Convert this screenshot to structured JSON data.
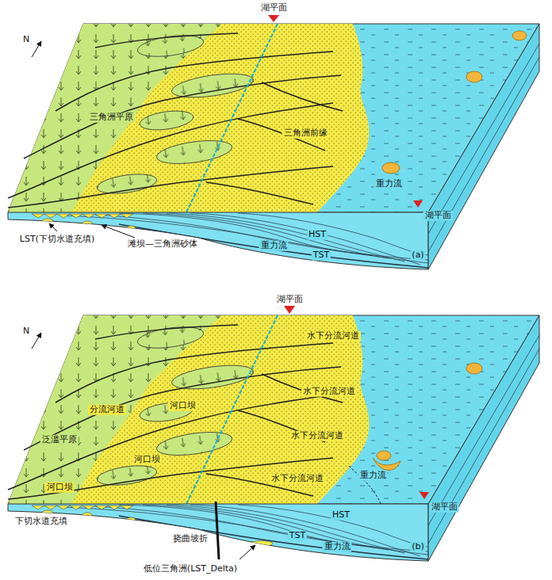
{
  "diagram": {
    "labels": [
      "湖平面",
      "N",
      "三角洲平原",
      "三角洲前缘",
      "重力流",
      "湖平面",
      "HST",
      "重力流",
      "TST",
      "LST(下切水道充填)",
      "滩坝—三角洲砂体",
      "(a)",
      "湖平面",
      "N",
      "泛滥平原",
      "分流河道",
      "河口坝",
      "水下分流河道",
      "水下分流河道",
      "水下分流河道",
      "河口坝",
      "水下分流河道",
      "河口坝",
      "重力流",
      "湖平面",
      "HST",
      "TST",
      "重力流",
      "下切水道充填",
      "挠曲坡折",
      "低位三角洲(LST_Delta)",
      "(b)"
    ]
  }
}
